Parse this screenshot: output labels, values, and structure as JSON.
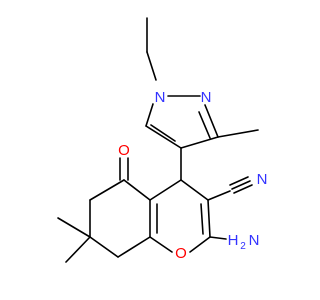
{
  "colors": {
    "background": "#ffffff",
    "bond": "#000000",
    "nitrogen": "#3333ff",
    "oxygen": "#ff0000"
  },
  "atoms": {
    "n_ethyl": "N",
    "n_ring": "N",
    "o_ketone": "O",
    "o_ring": "O",
    "n_nitrile": "N",
    "h2n_h": "H",
    "h2n_n": "N",
    "h2n_2": "2"
  }
}
